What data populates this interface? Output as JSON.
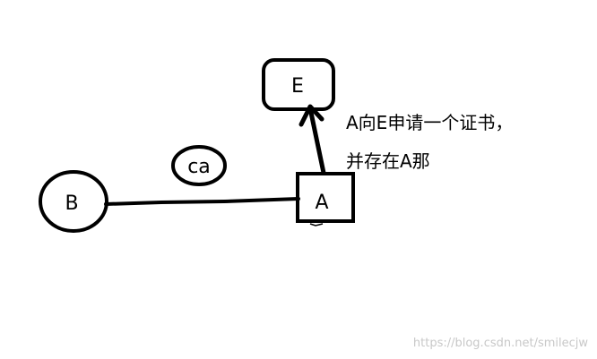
{
  "nodes": {
    "e": {
      "label": "E"
    },
    "a": {
      "label": "A"
    },
    "b": {
      "label": "B"
    },
    "ca": {
      "label": "ca"
    }
  },
  "note": {
    "line1": "A向E申请一个证书，",
    "line2": "并存在A那"
  },
  "watermark": "https://blog.csdn.net/smilecjw"
}
